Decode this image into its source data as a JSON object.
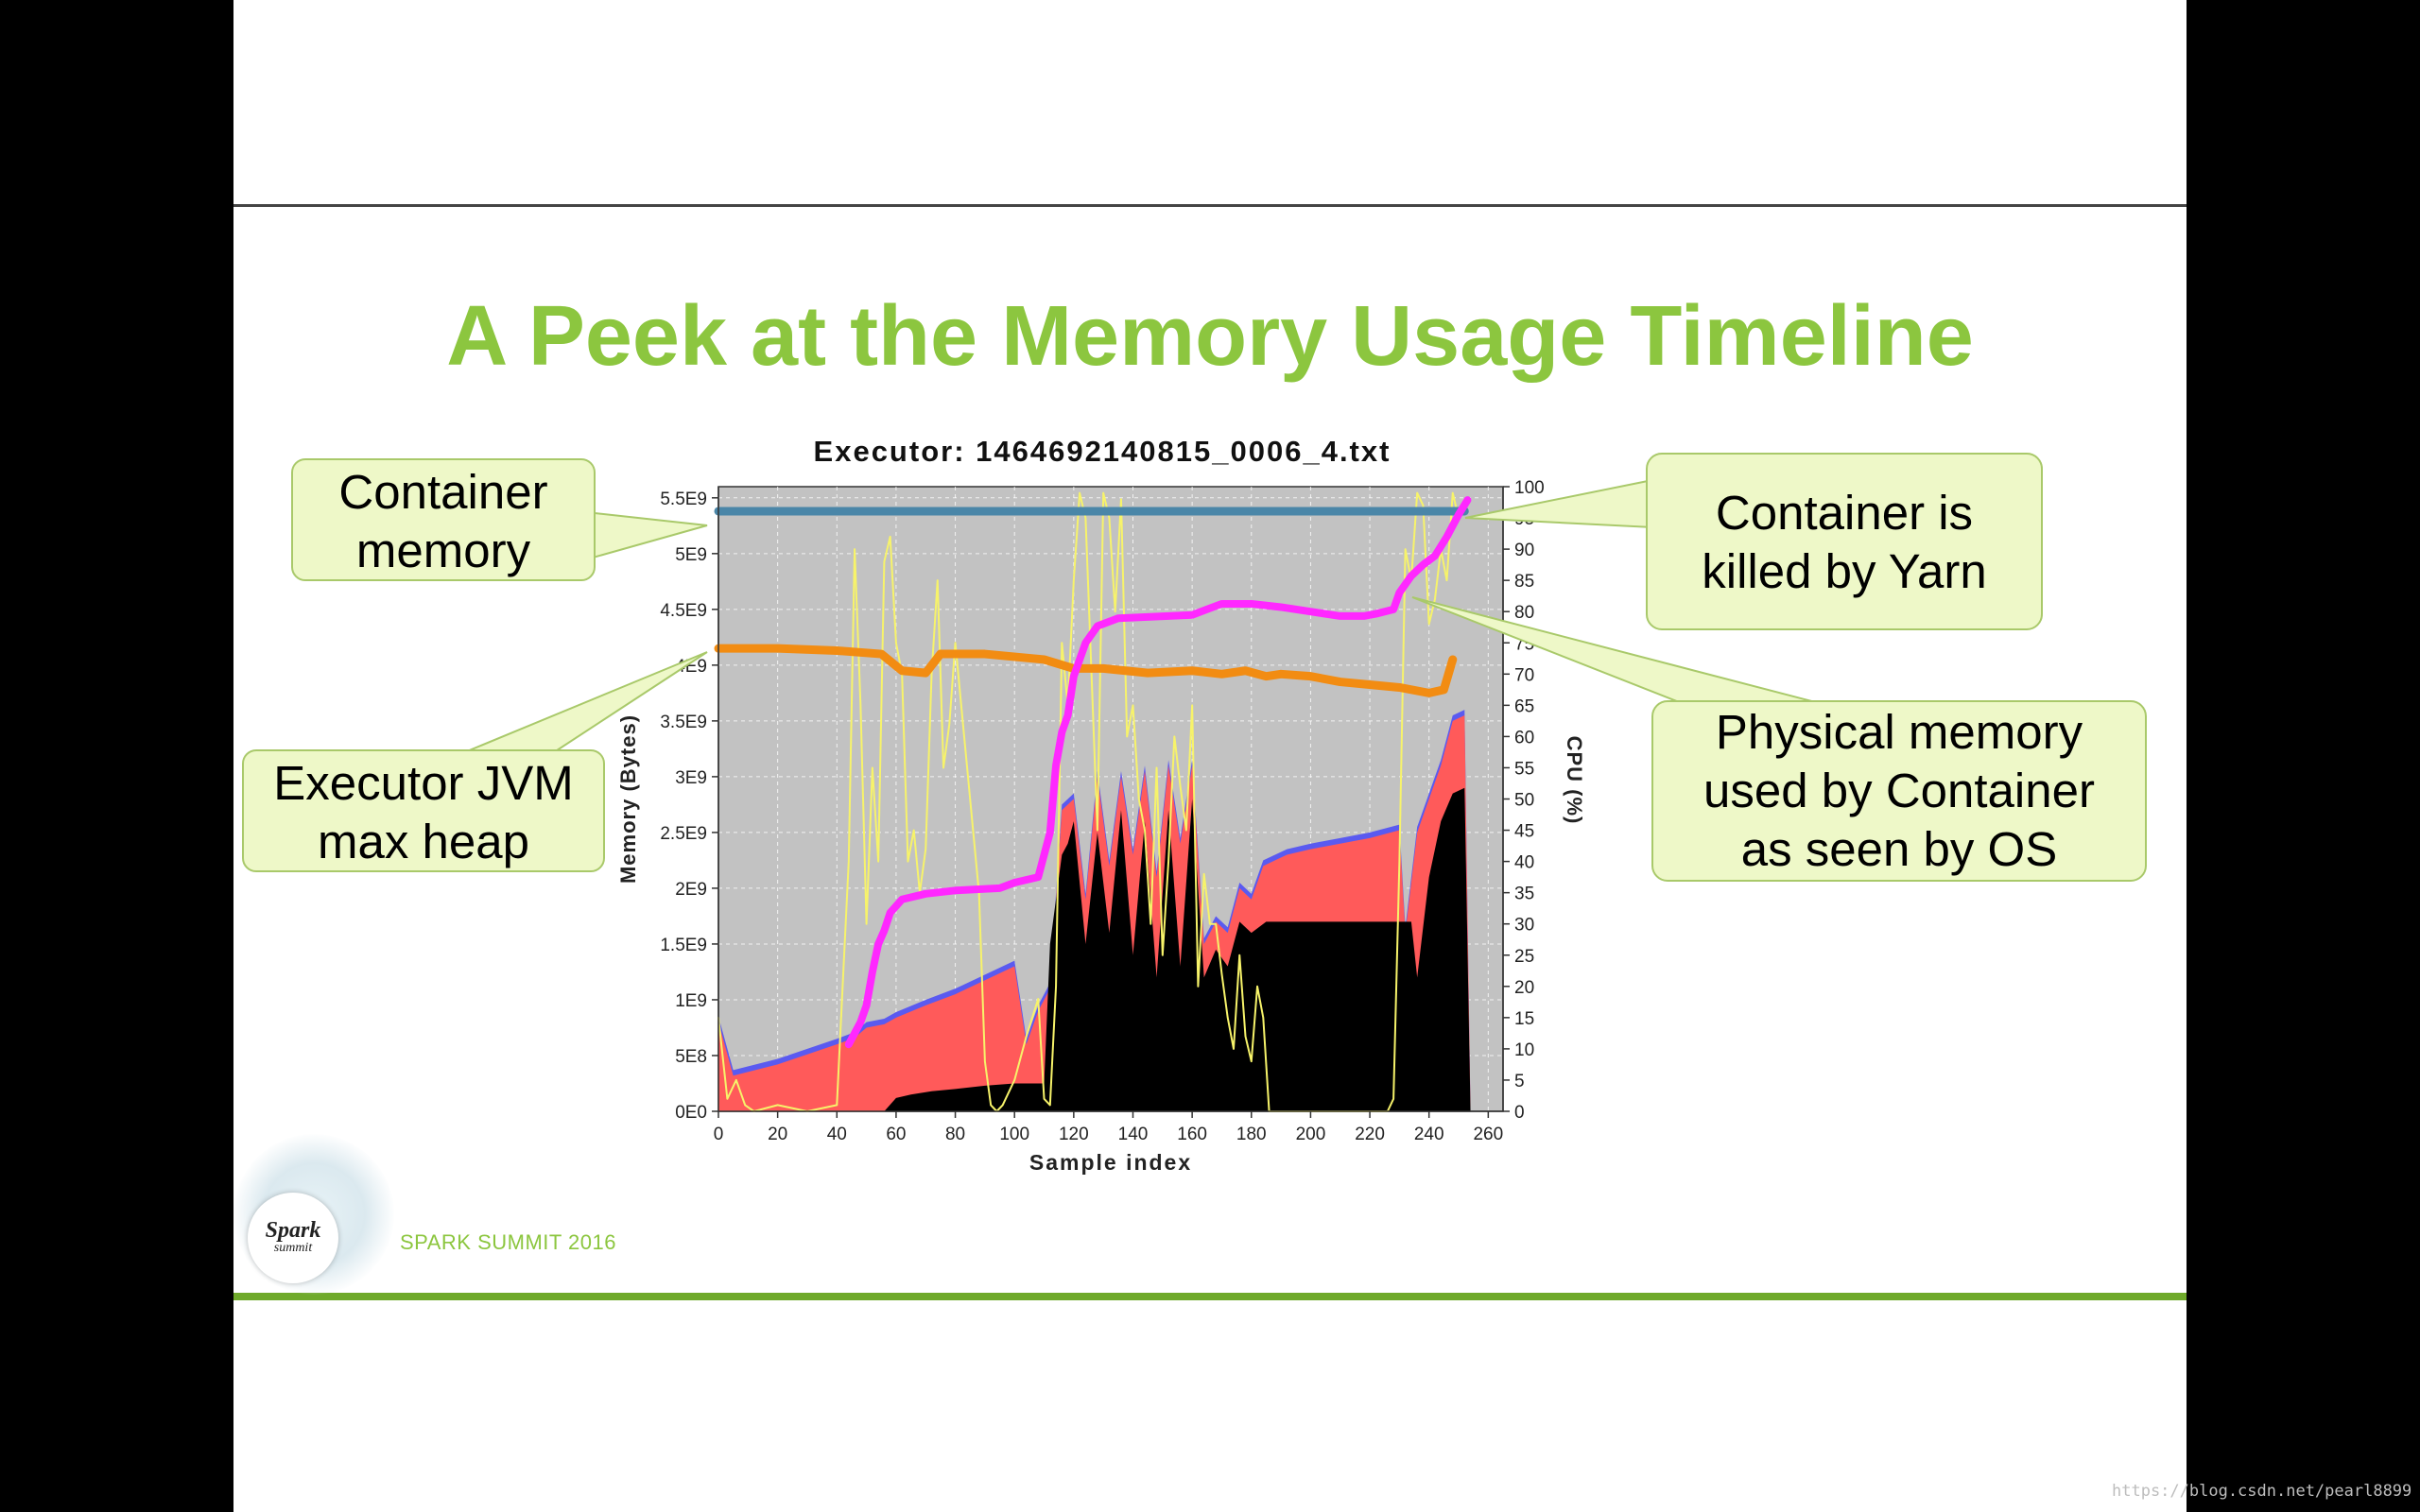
{
  "slide": {
    "title": "A Peek at the Memory Usage Timeline",
    "footer_event": "SPARK SUMMIT 2016",
    "logo_text": "Spark",
    "logo_subtext": "summit"
  },
  "watermark": "https://blog.csdn.net/pearl8899",
  "callouts": {
    "container_memory": [
      "Container",
      "memory"
    ],
    "executor_heap": [
      "Executor JVM",
      "max heap"
    ],
    "container_killed": [
      "Container is",
      "killed by Yarn"
    ],
    "physical_memory": [
      "Physical memory",
      "used by Container",
      "as seen by OS"
    ]
  },
  "colors": {
    "title": "#8cc63f",
    "callout_fill": "#eef8c8",
    "callout_border": "#a9c96a",
    "plot_bg": "#c2c2c2",
    "container_memory": "#4a86a8",
    "jvm_max_heap": "#f28c12",
    "physical_memory": "#ff28ff",
    "cpu": "#f7f36a",
    "heap_red": "#ff5a5a",
    "heap_blue": "#5a5af0",
    "heap_black": "#000000"
  },
  "chart_data": {
    "type": "line",
    "title": "Executor: 1464692140815_0006_4.txt",
    "xlabel": "Sample index",
    "ylabel": "Memory (Bytes)",
    "y2label": "CPU (%)",
    "xlim": [
      0,
      265
    ],
    "ylim": [
      0,
      5600000000.0
    ],
    "y2lim": [
      0,
      100
    ],
    "grid": true,
    "xticks": [
      "0",
      "20",
      "40",
      "60",
      "80",
      "100",
      "120",
      "140",
      "160",
      "180",
      "200",
      "220",
      "240",
      "260"
    ],
    "yticks": [
      "0E0",
      "5E8",
      "1E9",
      "1.5E9",
      "2E9",
      "2.5E9",
      "3E9",
      "3.5E9",
      "4E9",
      "4.5E9",
      "5E9",
      "5.5E9"
    ],
    "y2ticks": [
      "0",
      "5",
      "10",
      "15",
      "20",
      "25",
      "30",
      "35",
      "40",
      "45",
      "50",
      "55",
      "60",
      "65",
      "70",
      "75",
      "80",
      "85",
      "90",
      "95",
      "100"
    ],
    "series": [
      {
        "key": "container_memory",
        "axis": "left",
        "x": [
          0,
          252
        ],
        "y": [
          5380000000.0,
          5380000000.0
        ]
      },
      {
        "key": "jvm_max_heap",
        "axis": "left",
        "x": [
          0,
          20,
          40,
          55,
          62,
          70,
          75,
          90,
          110,
          120,
          130,
          145,
          160,
          170,
          178,
          185,
          190,
          200,
          210,
          222,
          230,
          240,
          245,
          248
        ],
        "y": [
          4150000000.0,
          4150000000.0,
          4130000000.0,
          4100000000.0,
          3950000000.0,
          3930000000.0,
          4100000000.0,
          4100000000.0,
          4050000000.0,
          3970000000.0,
          3970000000.0,
          3930000000.0,
          3950000000.0,
          3920000000.0,
          3950000000.0,
          3900000000.0,
          3920000000.0,
          3900000000.0,
          3850000000.0,
          3820000000.0,
          3800000000.0,
          3750000000.0,
          3780000000.0,
          4050000000.0
        ]
      },
      {
        "key": "physical_memory",
        "axis": "left",
        "x": [
          44,
          48,
          50,
          52,
          54,
          56,
          58,
          62,
          70,
          80,
          95,
          100,
          108,
          112,
          114,
          116,
          118,
          120,
          122,
          124,
          128,
          135,
          160,
          170,
          180,
          190,
          200,
          210,
          218,
          222,
          225,
          228,
          230,
          234,
          238,
          242,
          246,
          250,
          253
        ],
        "y": [
          600000000.0,
          800000000.0,
          950000000.0,
          1250000000.0,
          1500000000.0,
          1620000000.0,
          1780000000.0,
          1900000000.0,
          1950000000.0,
          1980000000.0,
          2000000000.0,
          2050000000.0,
          2100000000.0,
          2500000000.0,
          3100000000.0,
          3400000000.0,
          3550000000.0,
          3900000000.0,
          4050000000.0,
          4200000000.0,
          4350000000.0,
          4420000000.0,
          4450000000.0,
          4550000000.0,
          4550000000.0,
          4520000000.0,
          4480000000.0,
          4440000000.0,
          4440000000.0,
          4460000000.0,
          4480000000.0,
          4500000000.0,
          4650000000.0,
          4800000000.0,
          4900000000.0,
          4980000000.0,
          5150000000.0,
          5350000000.0,
          5480000000.0
        ]
      },
      {
        "key": "heap_used_total",
        "axis": "left",
        "x": [
          0,
          5,
          20,
          40,
          46,
          50,
          56,
          60,
          70,
          80,
          100,
          104,
          108,
          112,
          116,
          120,
          124,
          128,
          132,
          136,
          140,
          144,
          148,
          152,
          156,
          160,
          164,
          168,
          172,
          176,
          180,
          184,
          188,
          192,
          200,
          210,
          220,
          230,
          232,
          236,
          240,
          244,
          248,
          252,
          254
        ],
        "y": [
          800000000.0,
          320000000.0,
          420000000.0,
          600000000.0,
          660000000.0,
          750000000.0,
          780000000.0,
          840000000.0,
          950000000.0,
          1050000000.0,
          1300000000.0,
          600000000.0,
          900000000.0,
          1100000000.0,
          2700000000.0,
          2800000000.0,
          1900000000.0,
          3000000000.0,
          2200000000.0,
          3000000000.0,
          2300000000.0,
          3050000000.0,
          2100000000.0,
          3100000000.0,
          2400000000.0,
          3100000000.0,
          1500000000.0,
          1700000000.0,
          1600000000.0,
          2000000000.0,
          1900000000.0,
          2200000000.0,
          2250000000.0,
          2300000000.0,
          2350000000.0,
          2400000000.0,
          2450000000.0,
          2520000000.0,
          1600000000.0,
          2500000000.0,
          2800000000.0,
          3100000000.0,
          3500000000.0,
          3550000000.0,
          0
        ]
      },
      {
        "key": "heap_old_gen",
        "axis": "left",
        "x": [
          0,
          56,
          60,
          65,
          72,
          80,
          90,
          100,
          108,
          110,
          112,
          116,
          118,
          120,
          124,
          128,
          132,
          136,
          140,
          144,
          148,
          152,
          156,
          160,
          164,
          168,
          172,
          176,
          180,
          185,
          190,
          200,
          210,
          220,
          230,
          234,
          236,
          240,
          244,
          248,
          252,
          254
        ],
        "y": [
          0,
          0,
          120000000.0,
          150000000.0,
          180000000.0,
          200000000.0,
          230000000.0,
          250000000.0,
          250000000.0,
          250000000.0,
          1500000000.0,
          2300000000.0,
          2400000000.0,
          2600000000.0,
          1500000000.0,
          2500000000.0,
          1600000000.0,
          2700000000.0,
          1400000000.0,
          2600000000.0,
          1200000000.0,
          2700000000.0,
          1300000000.0,
          2800000000.0,
          1200000000.0,
          1450000000.0,
          1300000000.0,
          1700000000.0,
          1600000000.0,
          1700000000.0,
          1700000000.0,
          1700000000.0,
          1700000000.0,
          1700000000.0,
          1700000000.0,
          1700000000.0,
          1200000000.0,
          2100000000.0,
          2600000000.0,
          2850000000.0,
          2900000000.0,
          0
        ]
      },
      {
        "key": "cpu",
        "axis": "right",
        "x": [
          0,
          3,
          6,
          9,
          12,
          20,
          30,
          40,
          44,
          46,
          48,
          50,
          52,
          54,
          56,
          58,
          60,
          62,
          64,
          66,
          68,
          70,
          72,
          74,
          76,
          78,
          80,
          82,
          84,
          86,
          88,
          90,
          92,
          94,
          96,
          100,
          104,
          108,
          110,
          112,
          114,
          116,
          118,
          120,
          122,
          124,
          126,
          128,
          130,
          132,
          134,
          136,
          138,
          140,
          142,
          144,
          146,
          148,
          150,
          152,
          154,
          156,
          158,
          160,
          162,
          164,
          166,
          168,
          170,
          172,
          174,
          176,
          178,
          180,
          182,
          184,
          186,
          190,
          200,
          210,
          220,
          226,
          228,
          230,
          232,
          234,
          236,
          238,
          240,
          242,
          244,
          246,
          248,
          250,
          252
        ],
        "y": [
          15,
          2,
          5,
          1,
          0,
          1,
          0,
          1,
          40,
          90,
          65,
          30,
          55,
          40,
          88,
          92,
          75,
          70,
          40,
          45,
          35,
          42,
          70,
          85,
          55,
          62,
          75,
          65,
          55,
          45,
          35,
          8,
          1,
          0,
          1,
          5,
          12,
          18,
          2,
          1,
          20,
          75,
          65,
          85,
          99,
          95,
          70,
          45,
          99,
          95,
          80,
          98,
          60,
          65,
          50,
          45,
          30,
          55,
          25,
          40,
          60,
          52,
          45,
          65,
          20,
          38,
          30,
          30,
          22,
          15,
          10,
          25,
          12,
          8,
          20,
          15,
          0,
          0,
          0,
          0,
          0,
          0,
          2,
          40,
          90,
          85,
          99,
          97,
          78,
          82,
          90,
          85,
          99,
          95,
          98
        ]
      }
    ]
  }
}
